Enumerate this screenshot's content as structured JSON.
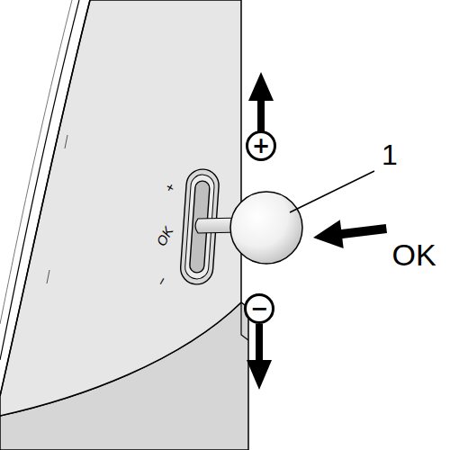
{
  "diagram": {
    "nodes": [
      {
        "text": [
          "+"
        ]
      },
      {
        "text": [
          "−"
        ]
      }
    ],
    "labels": [
      "+",
      "OK",
      "−",
      "1",
      "OK"
    ]
  }
}
